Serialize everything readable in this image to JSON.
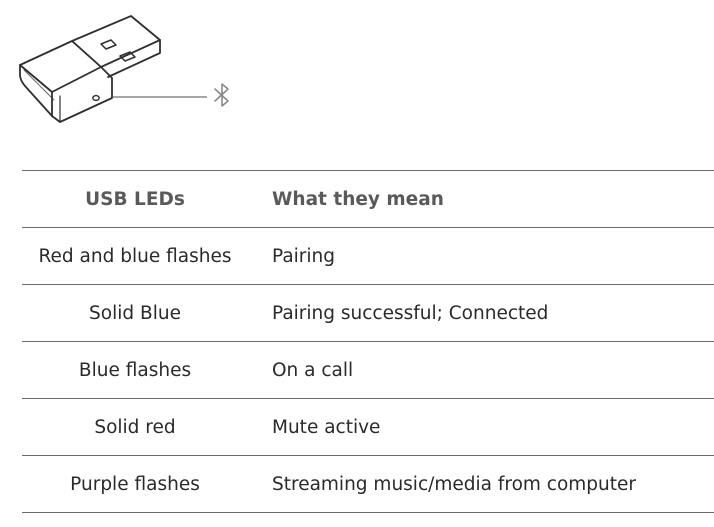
{
  "table": {
    "headers": {
      "led": "USB LEDs",
      "meaning": "What they mean"
    },
    "rows": [
      {
        "led": "Red and blue flashes",
        "meaning": "Pairing"
      },
      {
        "led": "Solid Blue",
        "meaning": "Pairing successful; Connected"
      },
      {
        "led": "Blue flashes",
        "meaning": "On a call"
      },
      {
        "led": "Solid red",
        "meaning": "Mute active"
      },
      {
        "led": "Purple flashes",
        "meaning": "Streaming music/media from computer"
      }
    ]
  },
  "illustration": {
    "device": "usb-adapter",
    "callout_icon": "bluetooth-icon"
  }
}
